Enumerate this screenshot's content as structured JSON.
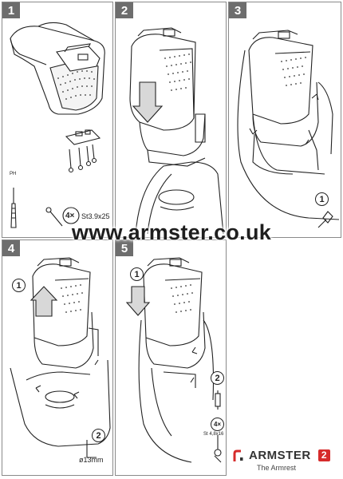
{
  "steps": [
    {
      "number": "1",
      "labels": {
        "screwdriver": "PH",
        "qty": "4×",
        "screw_spec": "St3.9x25"
      }
    },
    {
      "number": "2"
    },
    {
      "number": "3",
      "labels": {
        "substep": "1"
      }
    },
    {
      "number": "4",
      "labels": {
        "substep1": "1",
        "substep2": "2",
        "drill": "ø13mm"
      }
    },
    {
      "number": "5",
      "labels": {
        "substep1": "1",
        "substep2": "2",
        "qty": "4×",
        "screw_spec": "St 4,8x16"
      }
    }
  ],
  "website": "www.armster.co.uk",
  "brand": {
    "name": "ARMSTER",
    "badge": "2",
    "tagline": "The Armrest"
  },
  "colors": {
    "step_badge": "#6d6d6d",
    "brand_red": "#d62b2b",
    "line": "#222222"
  }
}
